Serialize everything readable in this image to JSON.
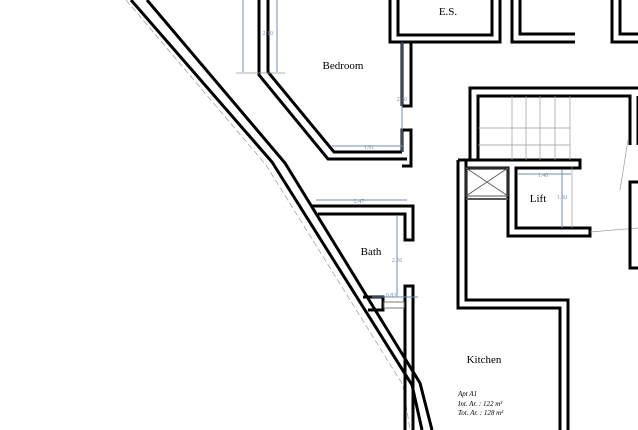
{
  "rooms": {
    "es": "E.S.",
    "bedroom": "Bedroom",
    "bath": "Bath",
    "lift": "Lift",
    "kitchen": "Kitchen"
  },
  "dimensions": {
    "bedroom_height": "2.10",
    "bedroom_side": "2.80",
    "bedroom_bottom": "1.91",
    "bath_top": "2.47",
    "bath_side": "2.26",
    "bath_door": "0.82",
    "lift_width": "1.40",
    "lift_depth": "1.50"
  },
  "apartment": {
    "name": "Apt A1",
    "internal_area": "Int. Ar. : 122 m²",
    "total_area": "Tot. Ar. : 128 m²"
  },
  "colors": {
    "walls": "#000000",
    "dimensions": "#6f8fb3"
  }
}
